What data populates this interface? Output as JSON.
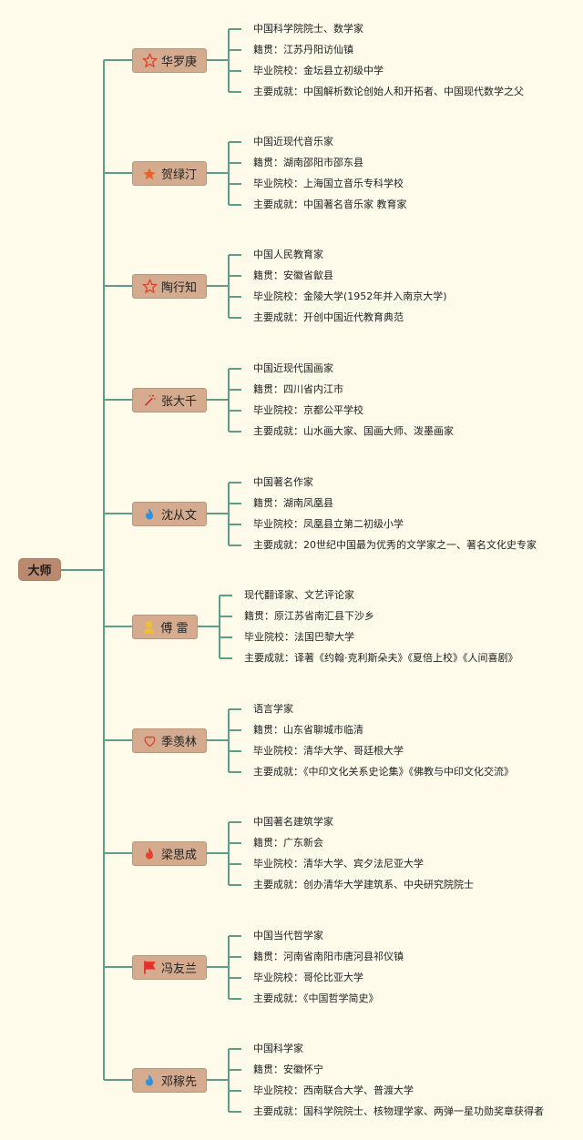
{
  "root": {
    "label": "大师"
  },
  "colors": {
    "background": "#fffbeb",
    "line": "#5e9e88",
    "node_fill": "#d4ab8f",
    "root_fill": "#b98a70"
  },
  "masters": [
    {
      "name": "华罗庚",
      "icon": "star-outline-icon",
      "icon_color": "#e0402a",
      "details": [
        "中国科学院院士、数学家",
        "籍贯：江苏丹阳访仙镇",
        "毕业院校：金坛县立初级中学",
        "主要成就：中国解析数论创始人和开拓者、中国现代数学之父"
      ]
    },
    {
      "name": "贺绿汀",
      "icon": "star-filled-icon",
      "icon_color": "#e8622a",
      "details": [
        "中国近现代音乐家",
        "籍贯：湖南邵阳市邵东县",
        "毕业院校：上海国立音乐专科学校",
        "主要成就：中国著名音乐家 教育家"
      ]
    },
    {
      "name": "陶行知",
      "icon": "star-outline-icon",
      "icon_color": "#e0402a",
      "details": [
        "中国人民教育家",
        "籍贯：安徽省歙县",
        "毕业院校：金陵大学(1952年并入南京大学)",
        "主要成就：开创中国近代教育典范"
      ]
    },
    {
      "name": "张大千",
      "icon": "magic-wand-icon",
      "icon_color": "#d6302a",
      "details": [
        "中国近现代国画家",
        "籍贯：四川省内江市",
        "毕业院校：京都公平学校",
        "主要成就：山水画大家、国画大师、泼墨画家"
      ]
    },
    {
      "name": "沈从文",
      "icon": "blue-flame-icon",
      "icon_color": "#2f8fe0",
      "details": [
        "中国著名作家",
        "籍贯：湖南凤凰县",
        "毕业院校：凤凰县立第二初级小学",
        "主要成就：20世纪中国最为优秀的文学家之一、著名文化史专家"
      ]
    },
    {
      "name": "傅 雷",
      "icon": "person-icon",
      "icon_color": "#f0c030",
      "details": [
        "现代翻译家、文艺评论家",
        "籍贯：原江苏省南汇县下沙乡",
        "毕业院校：法国巴黎大学",
        "主要成就：译著《约翰·克利斯朵夫》《夏倍上校》《人间喜剧》"
      ]
    },
    {
      "name": "季羡林",
      "icon": "heart-outline-icon",
      "icon_color": "#e0402a",
      "details": [
        "语言学家",
        "籍贯：山东省聊城市临清",
        "毕业院校：清华大学、哥廷根大学",
        "主要成就：《中印文化关系史论集》《佛教与中印文化交流》"
      ]
    },
    {
      "name": "梁思成",
      "icon": "red-flame-icon",
      "icon_color": "#e8402a",
      "details": [
        "中国著名建筑学家",
        "籍贯：广东新会",
        "毕业院校：清华大学、宾夕法尼亚大学",
        "主要成就：创办清华大学建筑系、中央研究院院士"
      ]
    },
    {
      "name": "冯友兰",
      "icon": "flag-icon",
      "icon_color": "#e8302a",
      "details": [
        "中国当代哲学家",
        "籍贯：河南省南阳市唐河县祁仪镇",
        "毕业院校：哥伦比亚大学",
        "主要成就：《中国哲学简史》"
      ]
    },
    {
      "name": "邓稼先",
      "icon": "blue-flame-icon",
      "icon_color": "#2f8fe0",
      "details": [
        "中国科学家",
        "籍贯：安徽怀宁",
        "毕业院校：西南联合大学、普渡大学",
        "主要成就：国科学院院士、核物理学家、两弹一星功勋奖章获得者"
      ]
    }
  ]
}
